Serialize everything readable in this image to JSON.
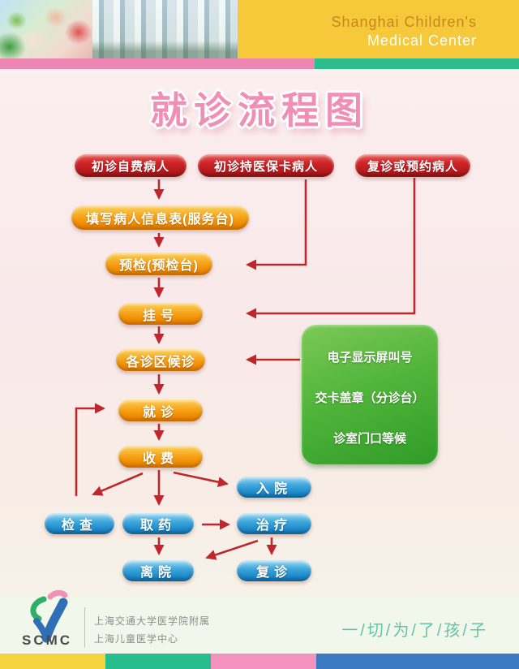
{
  "header": {
    "brand_line1": "Shanghai Children's",
    "brand_line2": "Medical Center"
  },
  "title": "就诊流程图",
  "flowchart": {
    "entry_nodes": [
      "初诊自费病人",
      "初诊持医保卡病人",
      "复诊或预约病人"
    ],
    "process_nodes": [
      "填写病人信息表(服务台)",
      "预检(预检台)",
      "挂号",
      "各诊区候诊",
      "就诊",
      "收费"
    ],
    "outcome_nodes": [
      "入院",
      "检查",
      "取药",
      "治疗",
      "离院",
      "复诊"
    ],
    "info_box": {
      "lines": [
        "电子显示屏叫号",
        "交卡盖章（分诊台）",
        "诊室门口等候"
      ]
    },
    "edges": [
      "初诊自费病人 → 填写病人信息表(服务台)",
      "初诊持医保卡病人 → 预检(预检台)",
      "复诊或预约病人 → 挂号",
      "填写病人信息表(服务台) → 预检(预检台)",
      "预检(预检台) → 挂号",
      "挂号 → 各诊区候诊",
      "电子显示屏叫号信息框 → 各诊区候诊",
      "各诊区候诊 → 就诊",
      "就诊 → 收费",
      "检查 → 就诊",
      "收费 → 检查",
      "收费 → 取药",
      "收费 → 入院",
      "取药 → 治疗",
      "取药 → 离院",
      "治疗 → 离院",
      "治疗 → 复诊",
      "电子显示屏叫号 → 交卡盖章（分诊台）",
      "交卡盖章（分诊台） → 诊室门口等候"
    ]
  },
  "footer": {
    "logo_text": "SCMC",
    "org_line1": "上海交通大学医学院附属",
    "org_line2": "上海儿童医学中心",
    "slogan": "一/切/为/了/孩/子"
  },
  "colors": {
    "entry_pill": "#C42024",
    "process_pill": "#F29100",
    "outcome_pill": "#1E8CC9",
    "info_box": "#4DB238",
    "arrow": "#C0272D",
    "brand_block": "#F6C93B",
    "title_pink": "#F08FB4",
    "slogan_teal": "#66C2A3"
  }
}
